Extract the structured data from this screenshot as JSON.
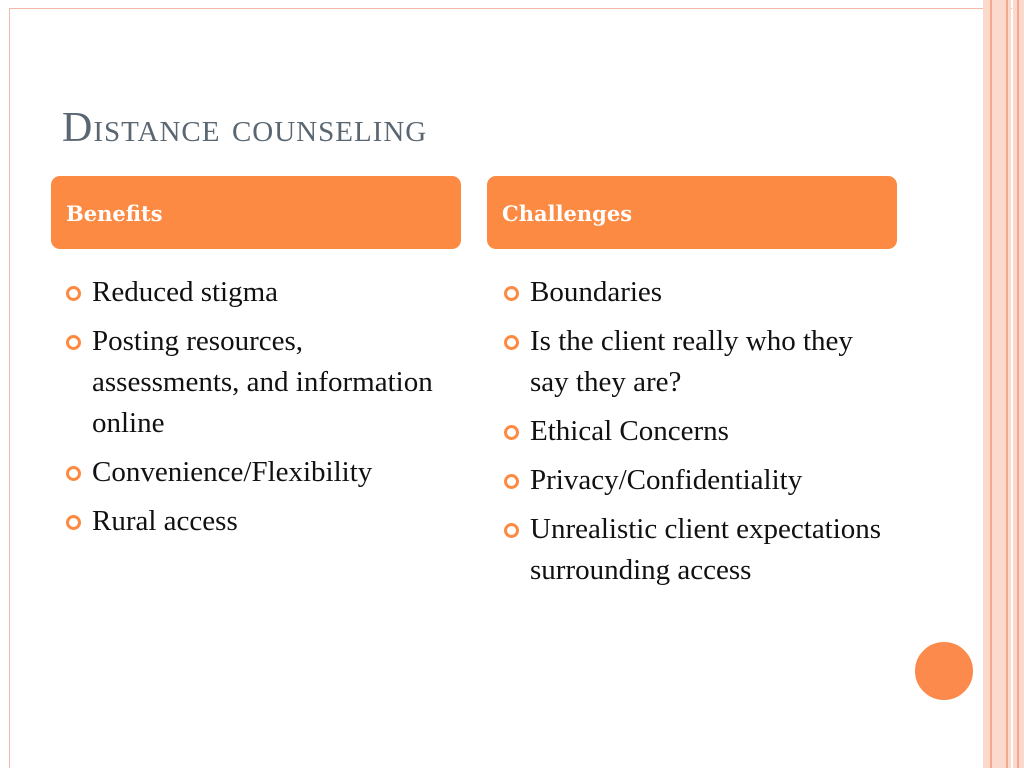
{
  "slide": {
    "title": "Distance counseling",
    "benefits": {
      "header": "Benefits",
      "items": [
        "Reduced stigma",
        "Posting resources, assessments, and information online",
        "Convenience/Flexibility",
        "Rural access"
      ]
    },
    "challenges": {
      "header": "Challenges",
      "items": [
        "Boundaries",
        "Is the client really who they say they are?",
        "Ethical Concerns",
        "Privacy/Confidentiality",
        "Unrealistic client expectations surrounding access"
      ]
    }
  },
  "colors": {
    "accent": "#fc8a42",
    "title": "#5a6772",
    "stripe": "#fbd9cc",
    "stripe_line": "#f4a88c"
  },
  "icons": {
    "bullet": "ring-bullet-icon",
    "decoration": "orange-circle-icon"
  }
}
